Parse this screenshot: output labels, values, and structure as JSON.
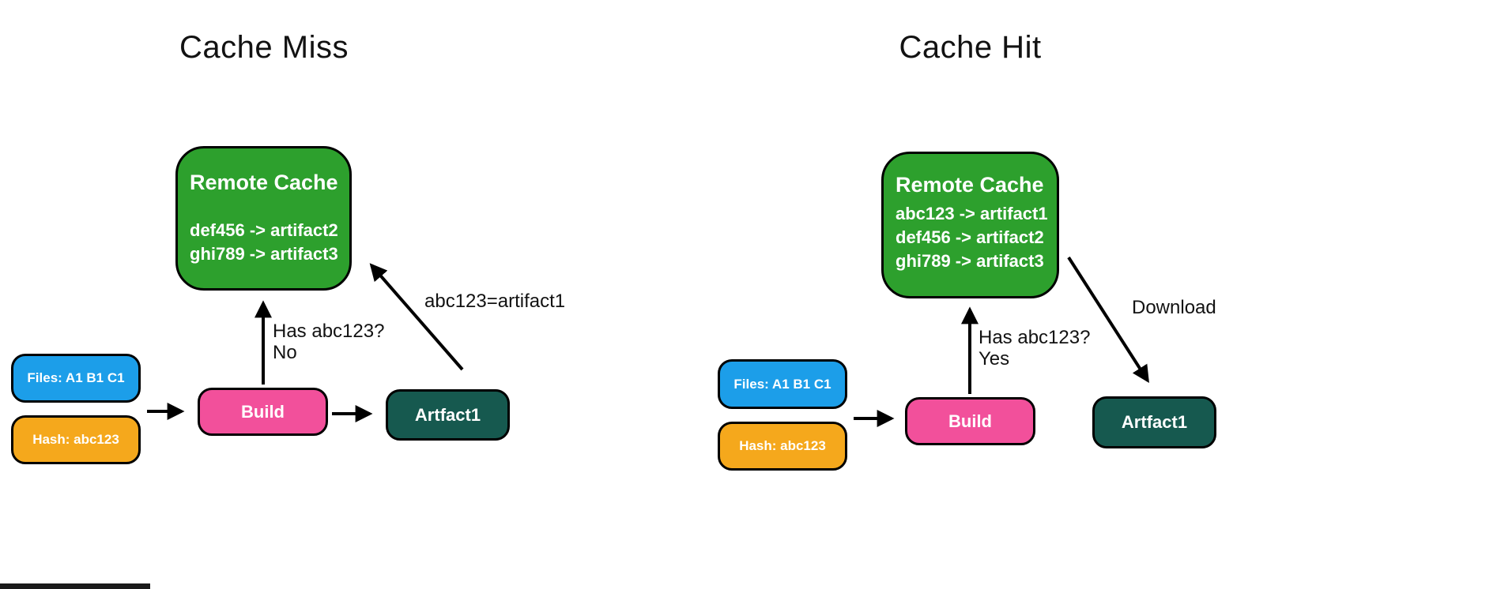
{
  "colors": {
    "green": "#2da02d",
    "blue": "#1c9ee9",
    "orange": "#f5a81c",
    "pink": "#f2509b",
    "teal": "#16594f",
    "stroke": "#000000"
  },
  "left": {
    "title": "Cache Miss",
    "remote_cache": {
      "title": "Remote Cache",
      "entries": [
        "def456 -> artifact2",
        "ghi789 -> artifact3"
      ]
    },
    "files": "Files: A1 B1 C1",
    "hash": "Hash: abc123",
    "build": "Build",
    "artifact": "Artfact1",
    "labels": {
      "has_line1": "Has abc123?",
      "has_line2": "No",
      "upload": "abc123=artifact1"
    }
  },
  "right": {
    "title": "Cache Hit",
    "remote_cache": {
      "title": "Remote Cache",
      "entries": [
        "abc123 -> artifact1",
        "def456 -> artifact2",
        "ghi789 -> artifact3"
      ]
    },
    "files": "Files: A1 B1 C1",
    "hash": "Hash: abc123",
    "build": "Build",
    "artifact": "Artfact1",
    "labels": {
      "has_line1": "Has abc123?",
      "has_line2": "Yes",
      "download": "Download"
    }
  }
}
